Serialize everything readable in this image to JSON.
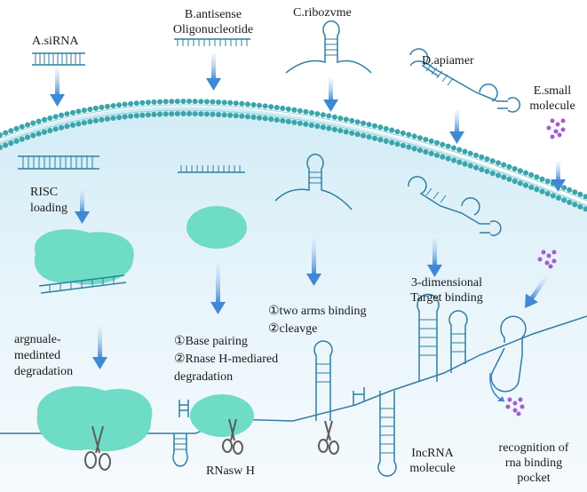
{
  "labels": {
    "sirna": "A.siRNA",
    "antisense_1": "B.antisense",
    "antisense_2": "Oligonucleotide",
    "ribozyme": "C.ribozvme",
    "aptamer": "D.apiamer",
    "small_molecule_1": "E.small",
    "small_molecule_2": "molecule",
    "risc_1": "RISC",
    "risc_2": "loading",
    "arg_1": "argnuale-",
    "arg_2": "medinted",
    "arg_3": "degradation",
    "base_pairing": "①Base pairing",
    "rnase_h_mediated": "②Rnase H-mediared",
    "rnase_degradation": "degradation",
    "two_arms": "①two arms binding",
    "cleavage": "②cleavge",
    "three_d_1": "3-dimensional",
    "three_d_2": "Target binding",
    "rnase_h": "RNasw H",
    "lncrna_1": "IncRNA",
    "lncrna_2": "molecule",
    "recog_1": "recognition of",
    "recog_2": "rna binding",
    "recog_3": "pocket"
  },
  "colors": {
    "membrane": "#3aa5ac",
    "protein": "#6fdcc5",
    "arrow": "#3f88d4",
    "molecule": "#a55bd0",
    "strand": "#2f7ea2",
    "cell_bg": "#e3f3f9"
  }
}
